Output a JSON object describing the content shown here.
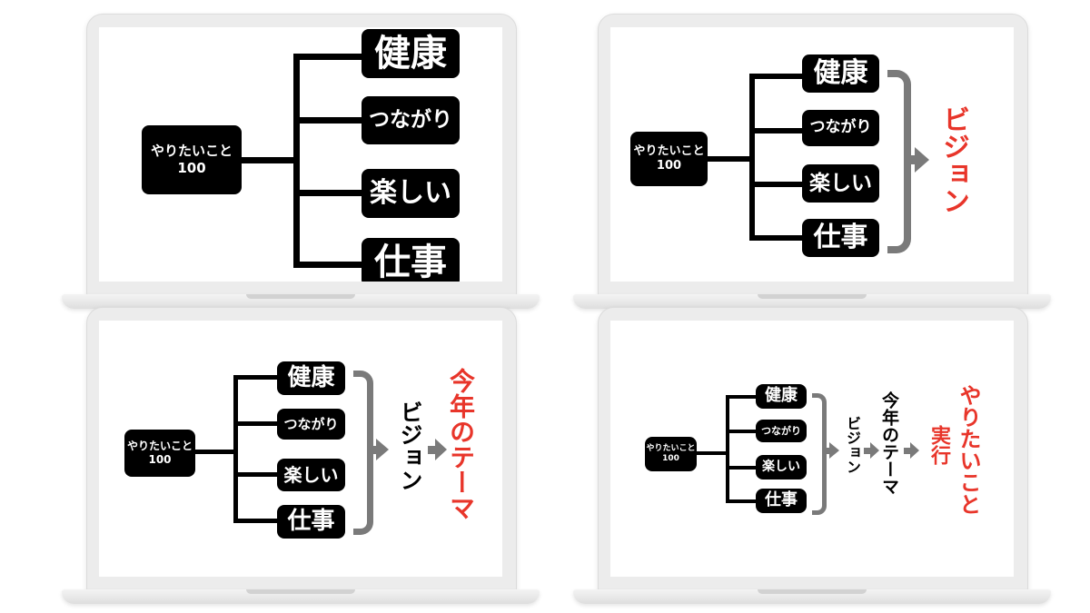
{
  "diagram": {
    "root_line1": "やりたいこと",
    "root_line2": "100",
    "branches": [
      "健康",
      "つながり",
      "楽しい",
      "仕事"
    ],
    "vision": "ビジョン",
    "theme": "今年のテーマ",
    "action": "やりたいこと",
    "action_sub": "実行"
  },
  "colors": {
    "box": "#000000",
    "box_text": "#ffffff",
    "accent_red": "#e8352a",
    "bracket_gray": "#7a7a7a"
  },
  "icons": [
    "laptop-icon",
    "arrow-right-icon"
  ]
}
